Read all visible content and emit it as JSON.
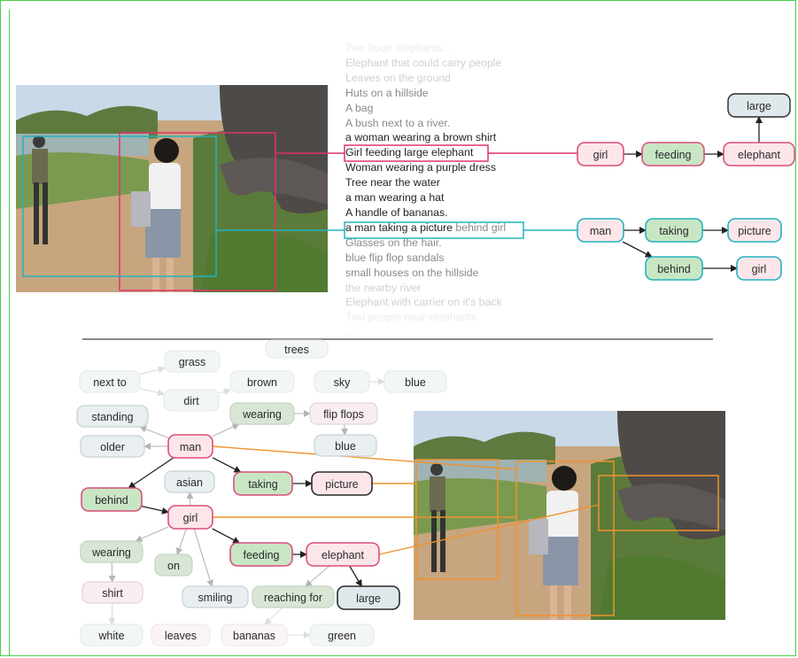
{
  "captions": [
    {
      "text": "Two huge elephants...",
      "tone": "ghost"
    },
    {
      "text": "Elephant that could carry people",
      "tone": "light"
    },
    {
      "text": "Leaves on the ground",
      "tone": "light"
    },
    {
      "text": "Huts on a hillside",
      "tone": "mid"
    },
    {
      "text": "A bag",
      "tone": "mid"
    },
    {
      "text": "A bush next to a river.",
      "tone": "mid"
    },
    {
      "text": "a woman wearing a brown shirt",
      "tone": "dark"
    },
    {
      "text": "Girl feeding large elephant",
      "tone": "dark",
      "box": "pink"
    },
    {
      "text": "Woman wearing a purple dress",
      "tone": "dark"
    },
    {
      "text": "Tree near the water",
      "tone": "dark"
    },
    {
      "text": "a man wearing a hat",
      "tone": "dark"
    },
    {
      "text": "A handle of bananas.",
      "tone": "dark"
    },
    {
      "text": "a man taking a picture",
      "suffix": " behind girl",
      "tone": "dark",
      "box": "teal"
    },
    {
      "text": "Glasses on the hair.",
      "tone": "mid"
    },
    {
      "text": "blue flip flop sandals",
      "tone": "mid"
    },
    {
      "text": "small houses on the hillside",
      "tone": "mid"
    },
    {
      "text": "the nearby river",
      "tone": "light"
    },
    {
      "text": "Elephant with carrier on it's back",
      "tone": "light"
    },
    {
      "text": "Two people near elephants",
      "tone": "ghost"
    },
    {
      "text": "...",
      "tone": "ghost"
    }
  ],
  "top_graph": {
    "nodes": [
      {
        "id": "t_large",
        "label": "large",
        "kind": "attr"
      },
      {
        "id": "t_girl1",
        "label": "girl",
        "kind": "obj"
      },
      {
        "id": "t_feeding",
        "label": "feeding",
        "kind": "rel"
      },
      {
        "id": "t_elephant",
        "label": "elephant",
        "kind": "obj"
      },
      {
        "id": "t_man",
        "label": "man",
        "kind": "obj2"
      },
      {
        "id": "t_taking",
        "label": "taking",
        "kind": "rel2"
      },
      {
        "id": "t_picture",
        "label": "picture",
        "kind": "obj2"
      },
      {
        "id": "t_behind",
        "label": "behind",
        "kind": "rel2"
      },
      {
        "id": "t_girl2",
        "label": "girl",
        "kind": "obj2"
      }
    ]
  },
  "bottom_graph": {
    "nodes": [
      {
        "id": "b_nextto",
        "label": "next to",
        "kind": "ghost"
      },
      {
        "id": "b_grass",
        "label": "grass",
        "kind": "ghost"
      },
      {
        "id": "b_trees",
        "label": "trees",
        "kind": "ghost"
      },
      {
        "id": "b_dirt",
        "label": "dirt",
        "kind": "ghost"
      },
      {
        "id": "b_brown",
        "label": "brown",
        "kind": "ghost"
      },
      {
        "id": "b_sky",
        "label": "sky",
        "kind": "ghost"
      },
      {
        "id": "b_blue1",
        "label": "blue",
        "kind": "ghost"
      },
      {
        "id": "b_standing",
        "label": "standing",
        "kind": "faded"
      },
      {
        "id": "b_wearing1",
        "label": "wearing",
        "kind": "fadedrel"
      },
      {
        "id": "b_flipflops",
        "label": "flip flops",
        "kind": "fadedpink"
      },
      {
        "id": "b_older",
        "label": "older",
        "kind": "faded"
      },
      {
        "id": "b_man",
        "label": "man",
        "kind": "obj"
      },
      {
        "id": "b_blue2",
        "label": "blue",
        "kind": "faded"
      },
      {
        "id": "b_asian",
        "label": "asian",
        "kind": "faded"
      },
      {
        "id": "b_taking",
        "label": "taking",
        "kind": "rel"
      },
      {
        "id": "b_picture",
        "label": "picture",
        "kind": "objdark"
      },
      {
        "id": "b_behind",
        "label": "behind",
        "kind": "rel"
      },
      {
        "id": "b_girl",
        "label": "girl",
        "kind": "obj"
      },
      {
        "id": "b_wearing2",
        "label": "wearing",
        "kind": "fadedrel"
      },
      {
        "id": "b_on",
        "label": "on",
        "kind": "fadedrel"
      },
      {
        "id": "b_feeding",
        "label": "feeding",
        "kind": "rel"
      },
      {
        "id": "b_elephant",
        "label": "elephant",
        "kind": "obj"
      },
      {
        "id": "b_shirt",
        "label": "shirt",
        "kind": "fadedpink"
      },
      {
        "id": "b_smiling",
        "label": "smiling",
        "kind": "faded"
      },
      {
        "id": "b_reaching",
        "label": "reaching for",
        "kind": "fadedrel"
      },
      {
        "id": "b_large",
        "label": "large",
        "kind": "attrdark"
      },
      {
        "id": "b_white",
        "label": "white",
        "kind": "ghost"
      },
      {
        "id": "b_leaves",
        "label": "leaves",
        "kind": "ghostpink"
      },
      {
        "id": "b_bananas",
        "label": "bananas",
        "kind": "ghostpink"
      },
      {
        "id": "b_green",
        "label": "green",
        "kind": "ghost"
      }
    ]
  },
  "colors": {
    "pink_box": "#e0336f",
    "teal_box": "#22b3bd",
    "orange_box": "#f0922e",
    "divider": "#888888",
    "frame": "#48d148"
  }
}
